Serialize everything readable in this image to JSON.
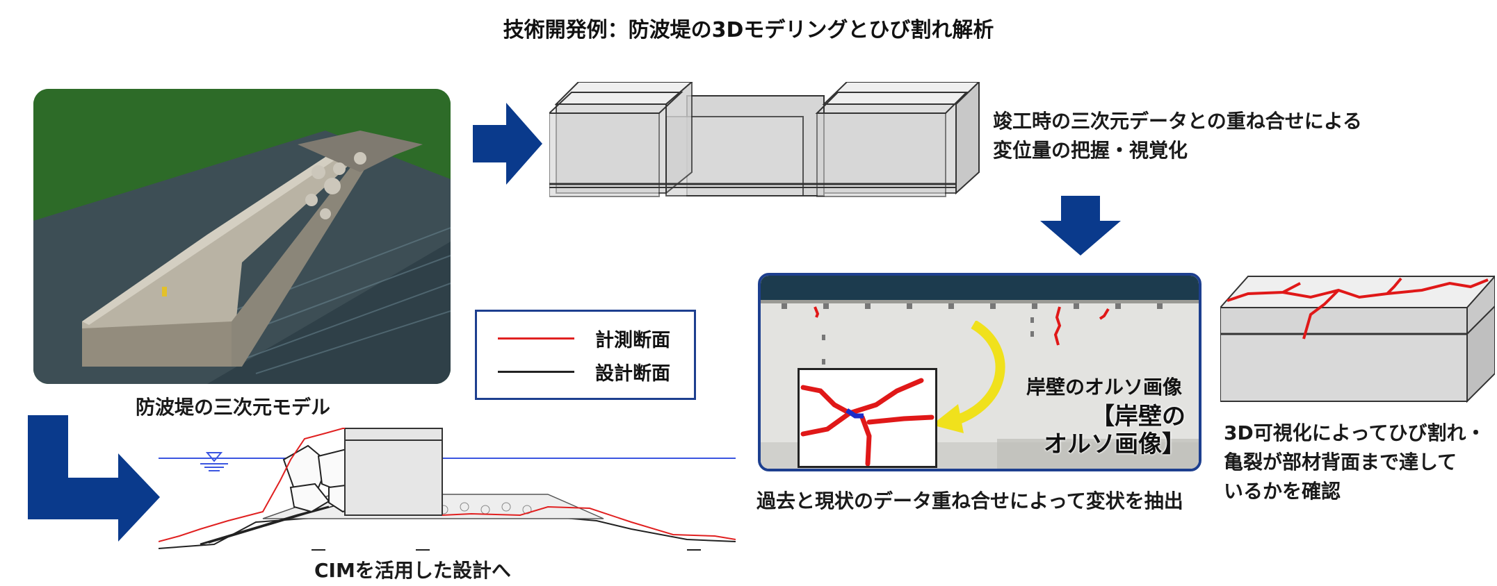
{
  "title": "技術開発例：防波堤の3Dモデリングとひび割れ解析",
  "model": {
    "caption": "防波堤の三次元モデル"
  },
  "overlay": {
    "caption_line1": "竣工時の三次元データとの重ね合せによる",
    "caption_line2": "変位量の把握・視覚化"
  },
  "legend": {
    "measured_label": "計測断面",
    "design_label": "設計断面",
    "measured_color": "#e02020",
    "design_color": "#222222"
  },
  "section": {
    "caption": "CIMを活用した設計へ"
  },
  "ortho": {
    "label_small": "岸壁のオルソ画像",
    "label_big_line1": "【岸壁の",
    "label_big_line2": "オルソ画像】",
    "caption": "過去と現状のデータ重ね合せによって変状を抽出"
  },
  "crack3d": {
    "caption_line1": "3D可視化によってひび割れ・",
    "caption_line2": "亀裂が部材背面まで達して",
    "caption_line3": "いるかを確認"
  },
  "colors": {
    "arrow": "#0a3a8c",
    "water": "#3a55e0",
    "crack": "#e01818",
    "frame": "#1d3f8f"
  },
  "icons": [
    "arrow-right-icon",
    "arrow-down-icon",
    "arrow-elbow-icon",
    "curved-arrow-icon",
    "water-level-icon"
  ]
}
